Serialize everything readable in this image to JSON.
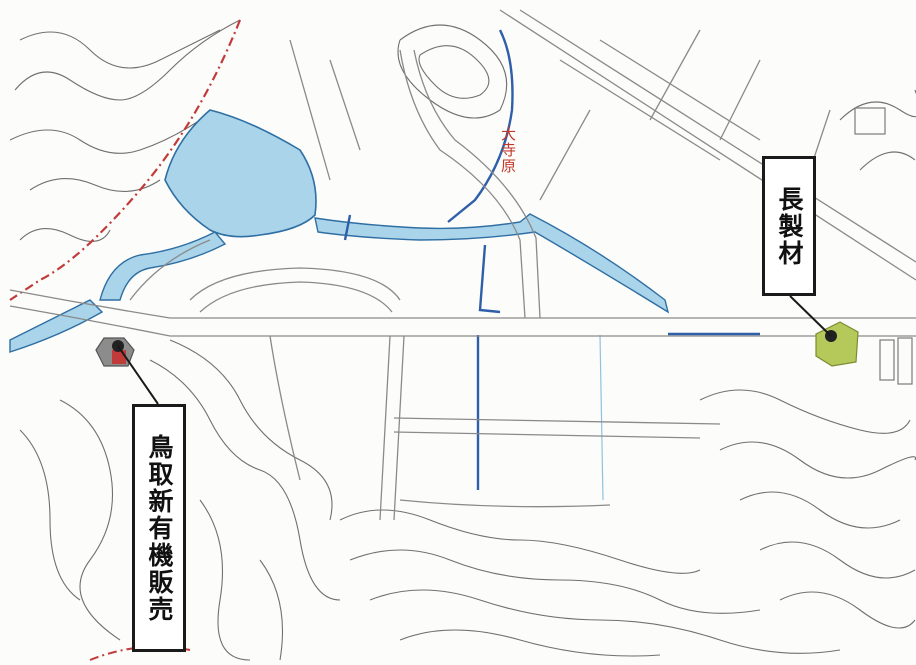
{
  "map": {
    "place_label": "大寺原",
    "callouts": [
      {
        "id": "chouseizai",
        "label": "長製材"
      },
      {
        "id": "tottori",
        "label": "鳥取新有機販売"
      }
    ]
  },
  "colors": {
    "water": "#a9d4ea",
    "water_edge": "#2f6fa3",
    "canal": "#2e5fa8",
    "road_casing": "#8a8a8a",
    "contour": "#6b6b6b",
    "boundary": "#c23b3b",
    "facility_chouseizai": "#b5c95a",
    "facility_tottori": "#8c8c8c"
  }
}
